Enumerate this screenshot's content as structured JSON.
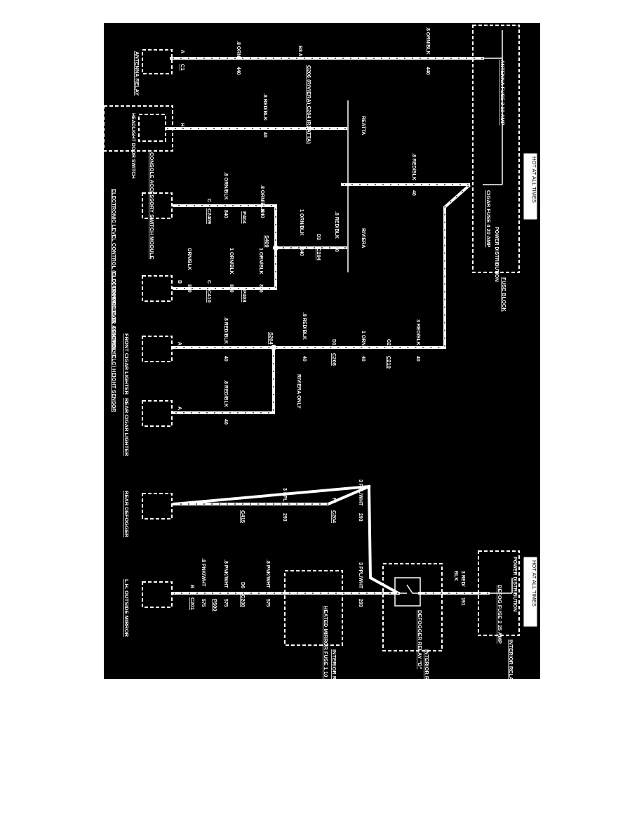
{
  "hot_at_all_times": "HOT AT ALL TIMES",
  "components": {
    "antenna_relay": "ANTENNA RELAY",
    "headlight_door_switch": "HEADLIGHT DOOR SWITCH",
    "console_accessory_switch_module": "CONSOLE ACCESSORY SWITCH MODULE",
    "elc_compressor": "ELECTRONIC LEVEL CONTROL (ELC) COMPRESSOR ASSEMBLY",
    "elc_height_sensor": "ELECTRONIC LEVEL CONTROL (ELC) HEIGHT SENSOR",
    "front_cigar_lighter": "FRONT CIGAR LIGHTER",
    "rear_cigar_lighter": "REAR CIGAR LIGHTER",
    "rear_defogger": "REAR DEFOGGER",
    "lh_outside_mirror": "L.H. OUTSIDE MIRROR",
    "fuse_block": "FUSE BLOCK",
    "power_distribution": "POWER DISTRIBUTION",
    "antenna_fuse": "ANTENNA FUSE 3 10 AMP",
    "cigar_fuse": "CIGAR FUSE 4 20 AMP",
    "interior_relay_center_1": "INTERIOR RELAY CENTER",
    "interior_relay_center_2": "INTERIOR RELAY CENTER",
    "interior_relay_center_3": "INTERIOR RELAY CENTER",
    "defog_fuse": "DEFOG FUSE 2 25 AMP",
    "defogger_relay": "DEFOGGER RELAY \"D\"",
    "heated_mirror_fuse": "HEATED MIRROR FUSE 1 10 AMP"
  },
  "labels": {
    "reatta": "REATTA",
    "riviera": "RIVIERA",
    "riviera_only": "RIVIERA ONLY",
    "c206": "C206 (RIVIERA) C204 (REATTA)",
    "b8_a5": "B8 A5"
  },
  "wires": {
    "w_08_orn_blk": ".8 ORN/BLK",
    "w_440": "440",
    "w_08_orn": ".8 ORN",
    "w_08_red_blk": ".8 RED/BLK",
    "w_40": "40",
    "w_1_orn_blk": "1 ORN/BLK",
    "w_840": "840",
    "w_orn_blk": "ORN/BLK",
    "w_1_orn": "1 ORN",
    "w_3_red_blk": "3 RED/BLK",
    "w_3_ppl_wht": "3 PPL/WHT",
    "w_3_ppl": "3 PPL",
    "w_293": "293",
    "w_08_pnk_wht": ".8 PNK/WHT",
    "w_575": "575",
    "w_3_red_blk_2": "3 RED/",
    "w_blk": "BLK",
    "w_191": "191"
  },
  "connectors": {
    "c1": "C1",
    "a": "A",
    "h": "H",
    "c2409": "C2409",
    "c": "C",
    "p404": "P404",
    "s409": "S409",
    "c204": "C204",
    "d3": "D3",
    "p408": "P408",
    "c410": "C410",
    "b": "B",
    "s204": "S204",
    "c210": "C210",
    "g2": "G2",
    "c208": "C208",
    "d1": "D1",
    "c415": "C415",
    "c204_2": "C204",
    "f1": "F1",
    "c201": "C201",
    "p500": "P500",
    "c200": "C200",
    "d6": "D6"
  },
  "colors": {
    "background": "#000000",
    "ink": "#ffffff"
  }
}
